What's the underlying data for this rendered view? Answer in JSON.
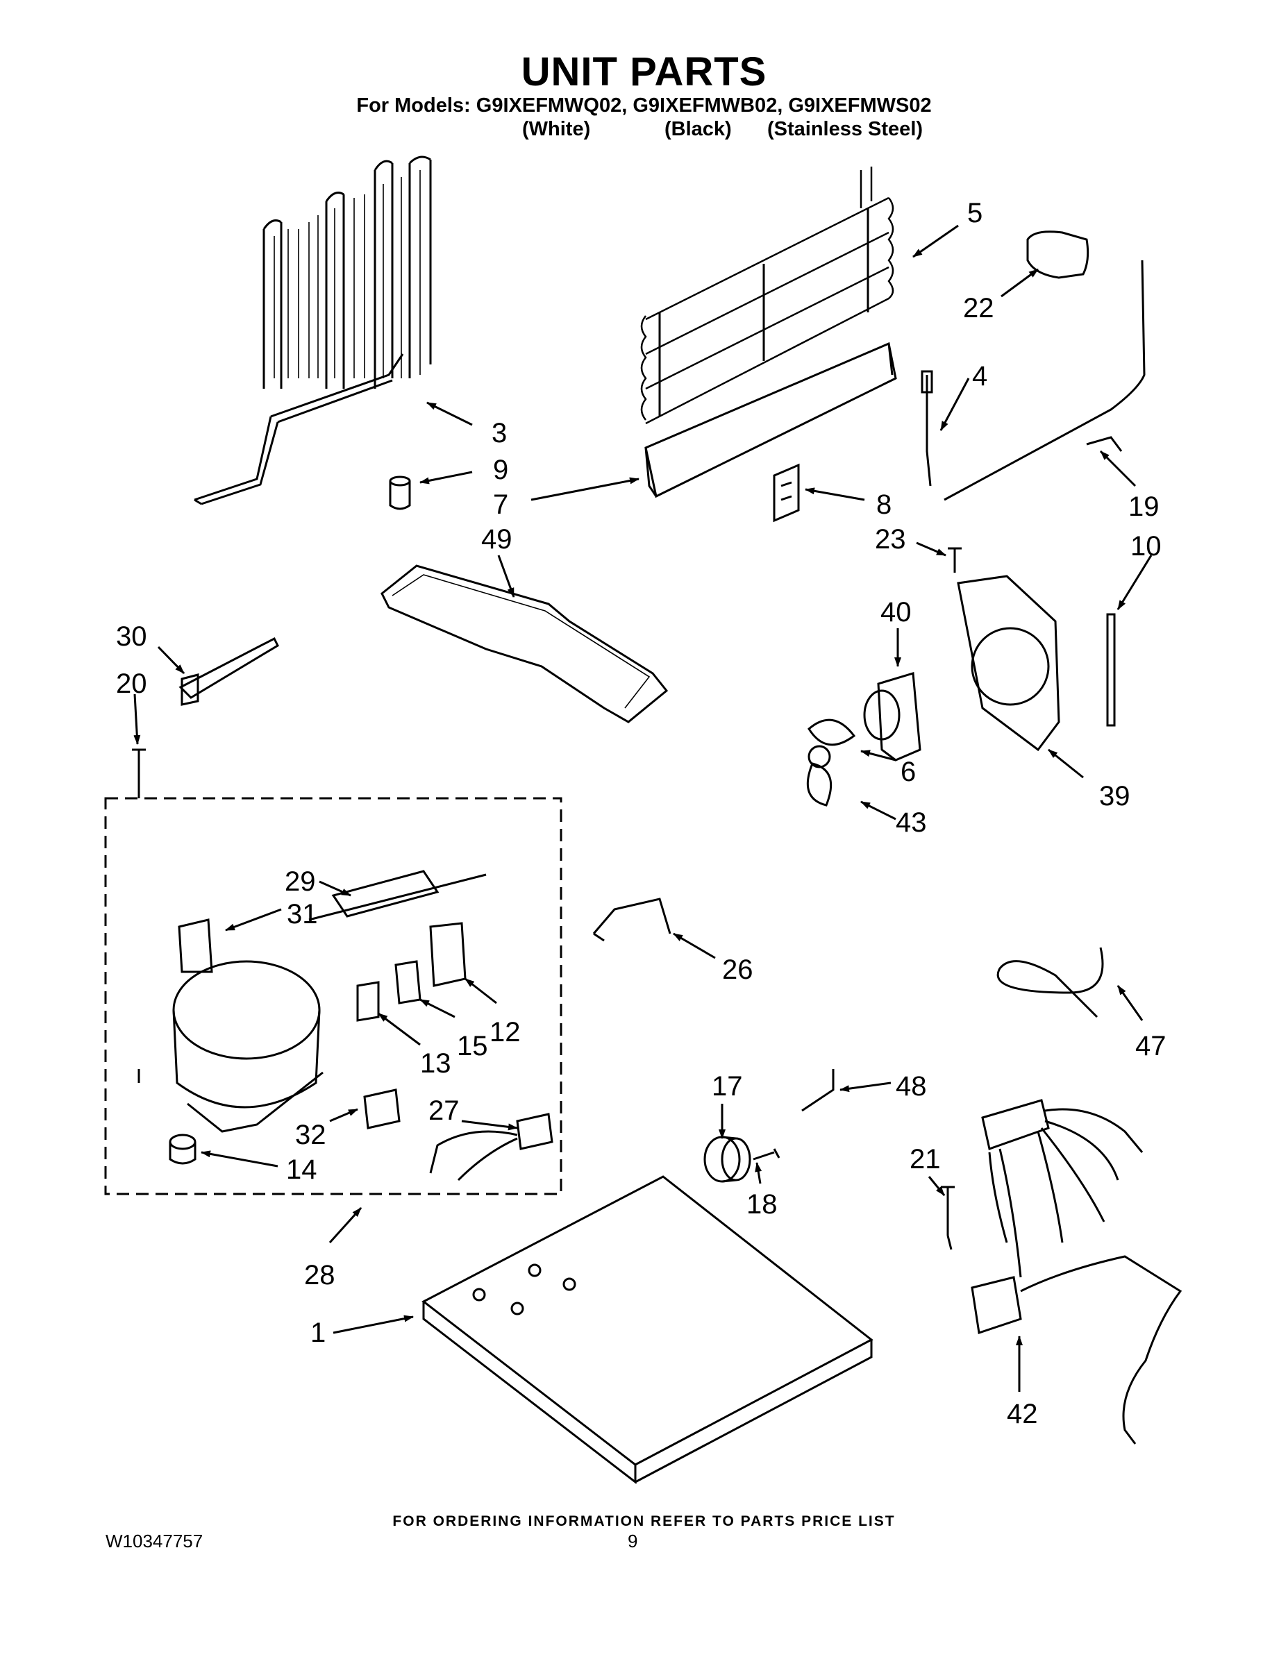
{
  "header": {
    "title": "UNIT PARTS",
    "models_line": "For Models: G9IXEFMWQ02, G9IXEFMWB02, G9IXEFMWS02",
    "variants": [
      "(White)",
      "(Black)",
      "(Stainless Steel)"
    ]
  },
  "callouts": [
    "5",
    "22",
    "4",
    "3",
    "9",
    "7",
    "8",
    "19",
    "23",
    "10",
    "49",
    "30",
    "20",
    "40",
    "6",
    "39",
    "43",
    "29",
    "31",
    "26",
    "12",
    "15",
    "13",
    "47",
    "17",
    "48",
    "21",
    "32",
    "27",
    "14",
    "18",
    "28",
    "1",
    "42"
  ],
  "footer": {
    "ordering_note": "FOR ORDERING INFORMATION REFER TO PARTS PRICE LIST",
    "doc_number": "W10347757",
    "page_number": "9"
  }
}
